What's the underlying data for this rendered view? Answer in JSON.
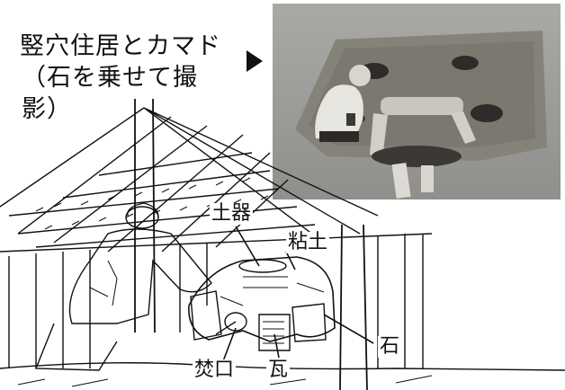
{
  "caption": {
    "line1": "竪穴住居とカマド",
    "line2": "（石を乗せて撮影）"
  },
  "labels": {
    "doki": "土器",
    "nendo": "粘土",
    "ishi": "石",
    "takiguchi": "焚口",
    "kawara": "瓦"
  },
  "colors": {
    "photo_ground": "#9b9b98",
    "photo_pit": "#7f7d78",
    "ink": "#111111"
  }
}
